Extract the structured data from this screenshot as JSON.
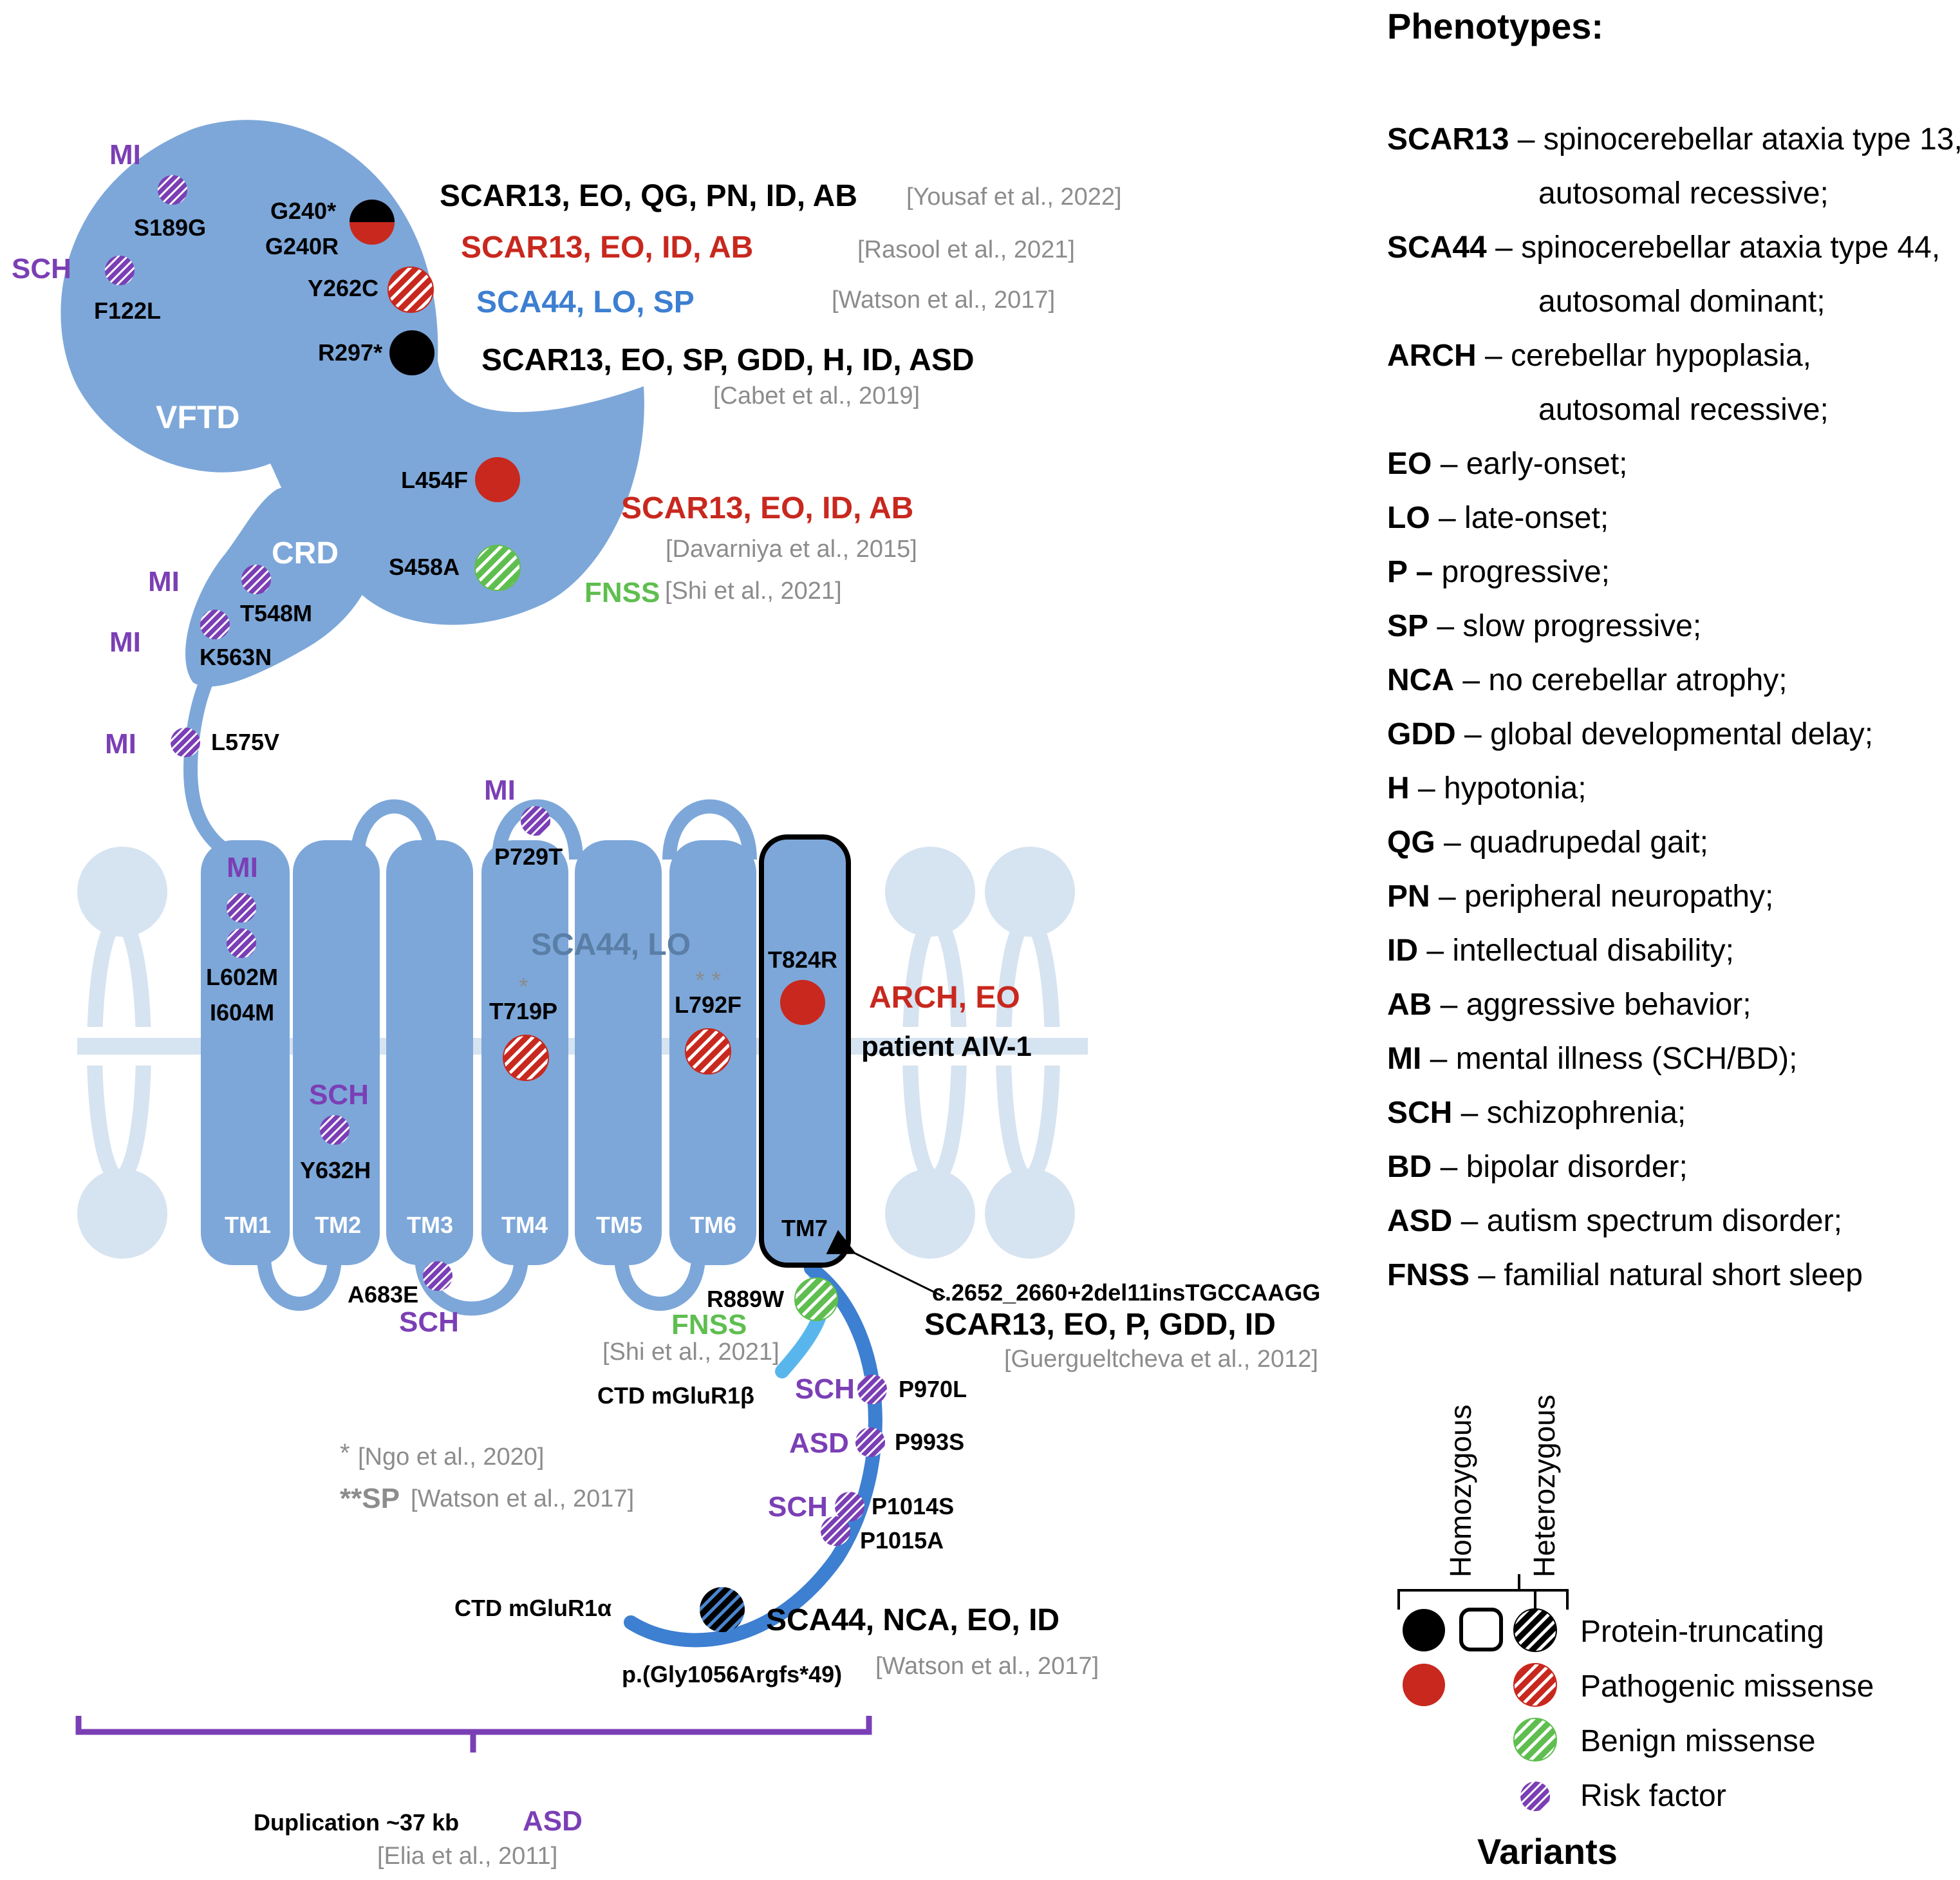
{
  "colors": {
    "receptor": "#7da7d9",
    "membrane": "#d6e3f1",
    "purple": "#7b3fb5",
    "red": "#c8281e",
    "black": "#000000",
    "blue_text": "#3d7fd1",
    "green": "#5fbe4f",
    "gray": "#8c8c8c",
    "dark_label": "#5a6e8a"
  },
  "domains": {
    "vftd": "VFTD",
    "crd": "CRD",
    "tm": [
      "TM1",
      "TM2",
      "TM3",
      "TM4",
      "TM5",
      "TM6",
      "TM7"
    ],
    "ctd_beta": "CTD mGluR1β",
    "ctd_alpha": "CTD mGluR1α"
  },
  "variants": {
    "s189g": "S189G",
    "f122l": "F122L",
    "g240": "G240*",
    "g240r": "G240R",
    "y262c": "Y262C",
    "r297": "R297*",
    "l454f": "L454F",
    "s458a": "S458A",
    "t548m": "T548M",
    "k563n": "K563N",
    "l575v": "L575V",
    "p729t": "P729T",
    "l602m": "L602M",
    "i604m": "I604M",
    "y632h": "Y632H",
    "t719p": "T719P",
    "l792f": "L792F",
    "t824r": "T824R",
    "a683e": "A683E",
    "r889w": "R889W",
    "splice": "c.2652_2660+2del11insTGCCAAGG",
    "p970l": "P970L",
    "p993s": "P993S",
    "p1014s": "P1014S",
    "p1015a": "P1015A",
    "frameshift": "p.(Gly1056Argfs*49)"
  },
  "tags": {
    "mi": "MI",
    "sch": "SCH",
    "asd": "ASD",
    "fnss": "FNSS",
    "star1": "*",
    "star2": "* *"
  },
  "phenotype_lines": {
    "yousaf": "SCAR13, EO, QG, PN, ID, AB",
    "rasool": "SCAR13, EO, ID, AB",
    "watson_sp": "SCA44, LO, SP",
    "cabet": "SCAR13, EO, SP, GDD, H, ID, ASD",
    "davarniya": "SCAR13, EO, ID, AB",
    "tm_sca44": "SCA44, LO",
    "arch": "ARCH, EO",
    "patient": "patient AIV-1",
    "guergueltcheva": "SCAR13, EO, P, GDD, ID",
    "sca44_nca": "SCA44, NCA, EO, ID",
    "duplication": "Duplication ~37 kb"
  },
  "refs": {
    "yousaf": "[Yousaf et al., 2022]",
    "rasool": "[Rasool et al., 2021]",
    "watson": "[Watson et al., 2017]",
    "cabet": "[Cabet et al., 2019]",
    "davarniya": "[Davarniya et al., 2015]",
    "shi": "[Shi et al., 2021]",
    "guergueltcheva": "[Guergueltcheva  et al., 2012]",
    "ngo": "[Ngo et al., 2020]",
    "watson_sp_note": "[Watson et al., 2017]",
    "elia": "[Elia et al., 2011]"
  },
  "footnotes": {
    "ngo_mark": "*",
    "sp_mark": "**SP"
  },
  "legend_title": "Phenotypes:",
  "legend": [
    {
      "abbr": "SCAR13",
      "sep": " – ",
      "desc": "spinocerebellar ataxia type 13,"
    },
    {
      "abbr": "",
      "sep": "",
      "desc": "autosomal recessive;"
    },
    {
      "abbr": "SCA44",
      "sep": " – ",
      "desc": "spinocerebellar ataxia type 44,"
    },
    {
      "abbr": "",
      "sep": "",
      "desc": "autosomal dominant;"
    },
    {
      "abbr": "ARCH",
      "sep": " – ",
      "desc": "cerebellar hypoplasia,"
    },
    {
      "abbr": "",
      "sep": "",
      "desc": "autosomal recessive;"
    },
    {
      "abbr": "EO",
      "sep": " – ",
      "desc": "early-onset;"
    },
    {
      "abbr": "LO",
      "sep": " – ",
      "desc": "late-onset;"
    },
    {
      "abbr": "P –",
      "sep": " ",
      "desc": "progressive;"
    },
    {
      "abbr": "SP",
      "sep": " – ",
      "desc": "slow progressive;"
    },
    {
      "abbr": "NCA",
      "sep": " – ",
      "desc": "no cerebellar atrophy;"
    },
    {
      "abbr": "GDD",
      "sep": " – ",
      "desc": "global developmental delay;"
    },
    {
      "abbr": "H",
      "sep": " – ",
      "desc": "hypotonia;"
    },
    {
      "abbr": "QG",
      "sep": " – ",
      "desc": "quadrupedal gait;"
    },
    {
      "abbr": "PN",
      "sep": " –  ",
      "desc": "peripheral neuropathy;"
    },
    {
      "abbr": "ID",
      "sep": " – ",
      "desc": "intellectual disability;"
    },
    {
      "abbr": "AB",
      "sep": " – ",
      "desc": "aggressive behavior;"
    },
    {
      "abbr": "MI",
      "sep": " – ",
      "desc": "mental illness (SCH/BD);"
    },
    {
      "abbr": "SCH",
      "sep": " – ",
      "desc": "schizophrenia;"
    },
    {
      "abbr": "BD",
      "sep": " – ",
      "desc": "bipolar disorder;"
    },
    {
      "abbr": "ASD",
      "sep": " – ",
      "desc": "autism spectrum disorder;"
    },
    {
      "abbr": "FNSS",
      "sep": " – ",
      "desc": "familial natural short sleep"
    }
  ],
  "variant_key": {
    "homozygous": "Homozygous",
    "heterozygous": "Heterozygous",
    "protein_truncating": "Protein-truncating",
    "pathogenic_missense": "Pathogenic missense",
    "benign_missense": "Benign missense",
    "risk_factor": "Risk factor",
    "title": "Variants"
  }
}
